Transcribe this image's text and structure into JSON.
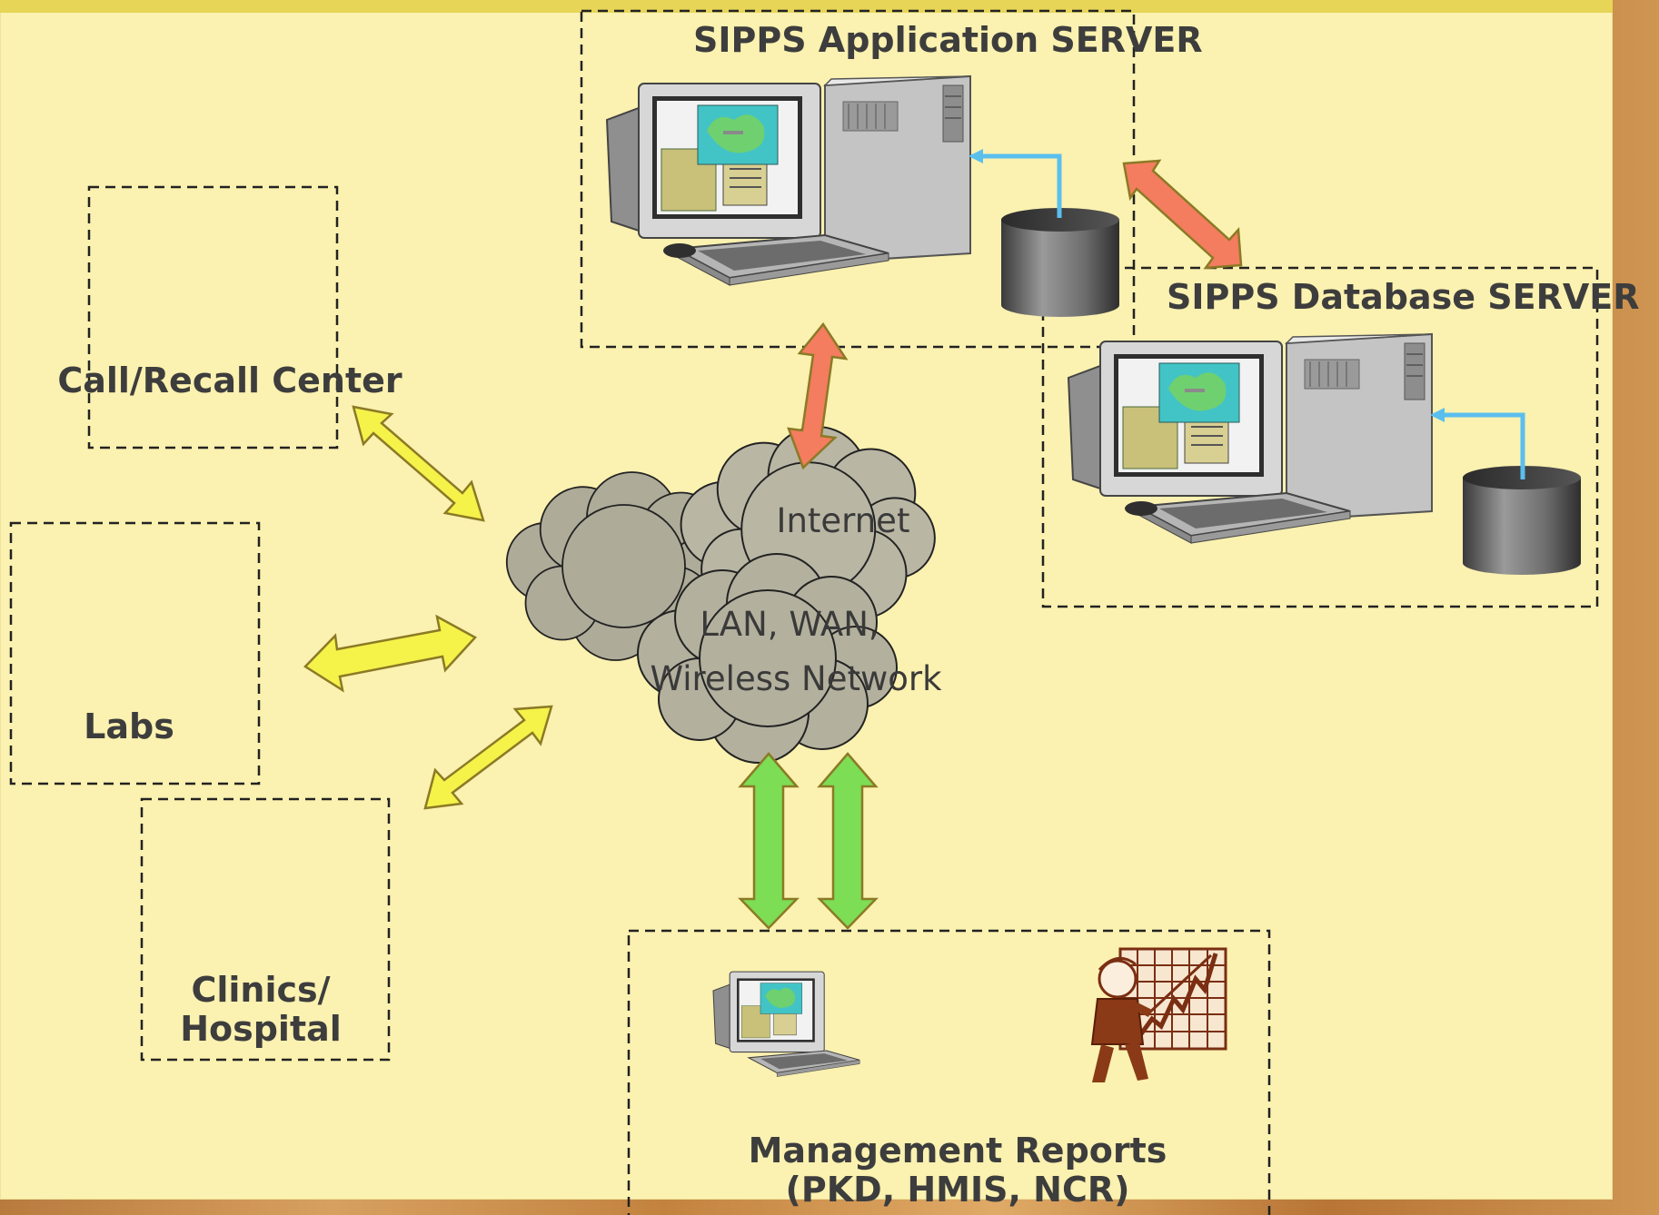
{
  "labels": {
    "app_server": "SIPPS Application  SERVER",
    "db_server": "SIPPS Database  SERVER",
    "call_center": "Call/Recall Center",
    "labs": "Labs",
    "clinics_line1": "Clinics/",
    "clinics_line2": "Hospital",
    "internet": "Internet",
    "network_line1": "LAN, WAN,",
    "network_line2": "Wireless Network",
    "reports_line1": "Management Reports",
    "reports_line2": "(PKD, HMIS, NCR)"
  },
  "colors": {
    "slide_background": "#fbf1b0",
    "top_bar": "#e6d557",
    "cloud_fill": "#b9b6a4",
    "arrow_server": "#f47c5f",
    "arrow_client": "#f5f24a",
    "arrow_reports": "#7ddd55",
    "db_link": "#5bbfee"
  },
  "icons": [
    "server-computer-icon",
    "database-cylinder-icon",
    "network-cloud-icon",
    "workstation-icon",
    "presenter-chart-icon"
  ]
}
